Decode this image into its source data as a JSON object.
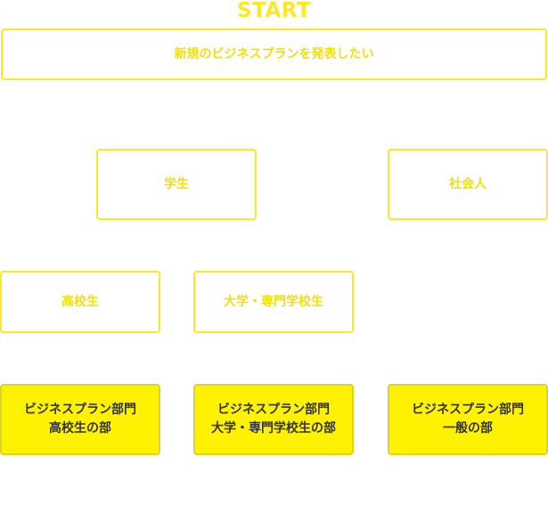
{
  "diagram": {
    "start_label": "START",
    "root": {
      "label": "新規のビジネスプランを発表したい"
    },
    "level1": [
      {
        "label": "学生"
      },
      {
        "label": "社会人"
      }
    ],
    "level2": [
      {
        "label": "高校生"
      },
      {
        "label": "大学・専門学校生"
      }
    ],
    "outcomes": [
      {
        "line1": "ビジネスプラン部門",
        "line2": "高校生の部"
      },
      {
        "line1": "ビジネスプラン部門",
        "line2": "大学・専門学校生の部"
      },
      {
        "line1": "ビジネスプラン部門",
        "line2": "一般の部"
      }
    ]
  },
  "colors": {
    "accent_yellow": "#fbe924",
    "outline_text": "#f1de10",
    "filled_background": "#fff200",
    "filled_text": "#333333"
  }
}
